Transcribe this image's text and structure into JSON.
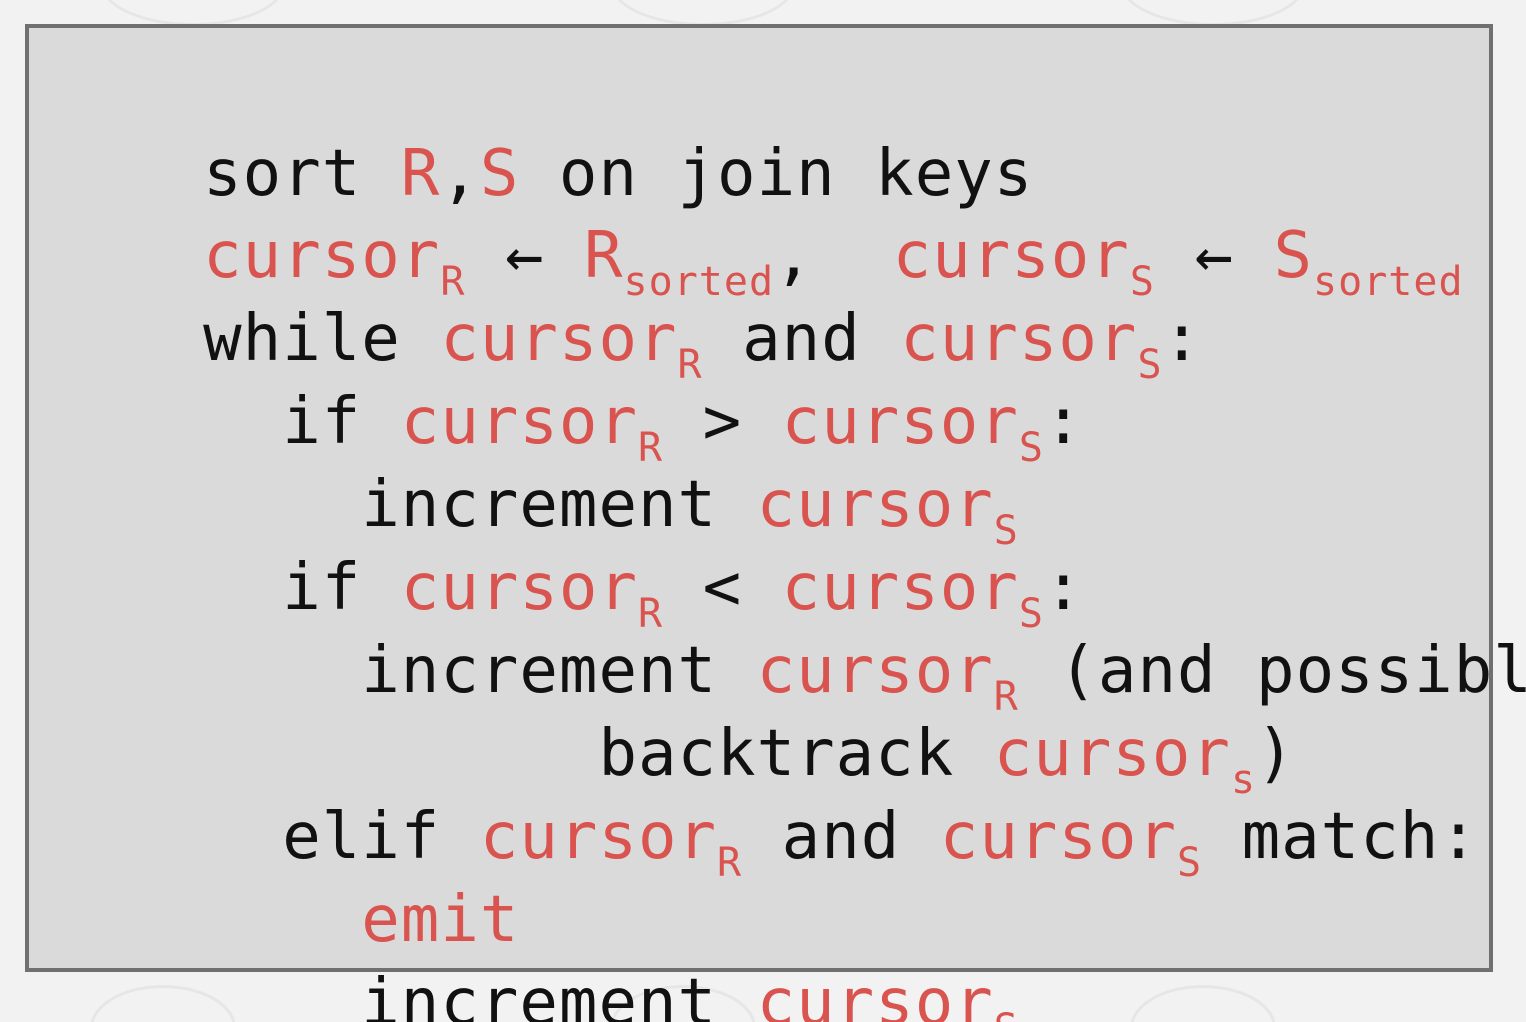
{
  "colors": {
    "text": "#111111",
    "highlight": "#d9534f",
    "box_background": "#dadada",
    "box_border": "#707070",
    "page_background": "#f2f2f2"
  },
  "code": {
    "line1": {
      "t1": "sort ",
      "v1": "R",
      "t2": ",",
      "v2": "S",
      "t3": " on join keys"
    },
    "line2": {
      "v1": "cursor",
      "s1": "R",
      "t1": " ← ",
      "v2": "R",
      "s2": "sorted",
      "t2": ",  ",
      "v3": "cursor",
      "s3": "S",
      "t3": " ← ",
      "v4": "S",
      "s4": "sorted"
    },
    "line3": {
      "t1": "while ",
      "v1": "cursor",
      "s1": "R",
      "t2": " and ",
      "v2": "cursor",
      "s2": "S",
      "t3": ":"
    },
    "line4": {
      "t1": "  if ",
      "v1": "cursor",
      "s1": "R",
      "t2": " > ",
      "v2": "cursor",
      "s2": "S",
      "t3": ":"
    },
    "line5": {
      "t1": "    increment ",
      "v1": "cursor",
      "s1": "S"
    },
    "line6": {
      "t1": "  if ",
      "v1": "cursor",
      "s1": "R",
      "t2": " < ",
      "v2": "cursor",
      "s2": "S",
      "t3": ":"
    },
    "line7": {
      "t1": "    increment ",
      "v1": "cursor",
      "s1": "R",
      "t2": " (and possibly"
    },
    "line8": {
      "t1": "          backtrack ",
      "v1": "cursor",
      "s1": "s",
      "t2": ")"
    },
    "line9": {
      "t1": "  elif ",
      "v1": "cursor",
      "s1": "R",
      "t2": " and ",
      "v2": "cursor",
      "s2": "S",
      "t3": " match:"
    },
    "line10": {
      "t1": "    ",
      "v1": "emit"
    },
    "line11": {
      "t1": "    increment ",
      "v1": "cursor",
      "s1": "S"
    }
  }
}
